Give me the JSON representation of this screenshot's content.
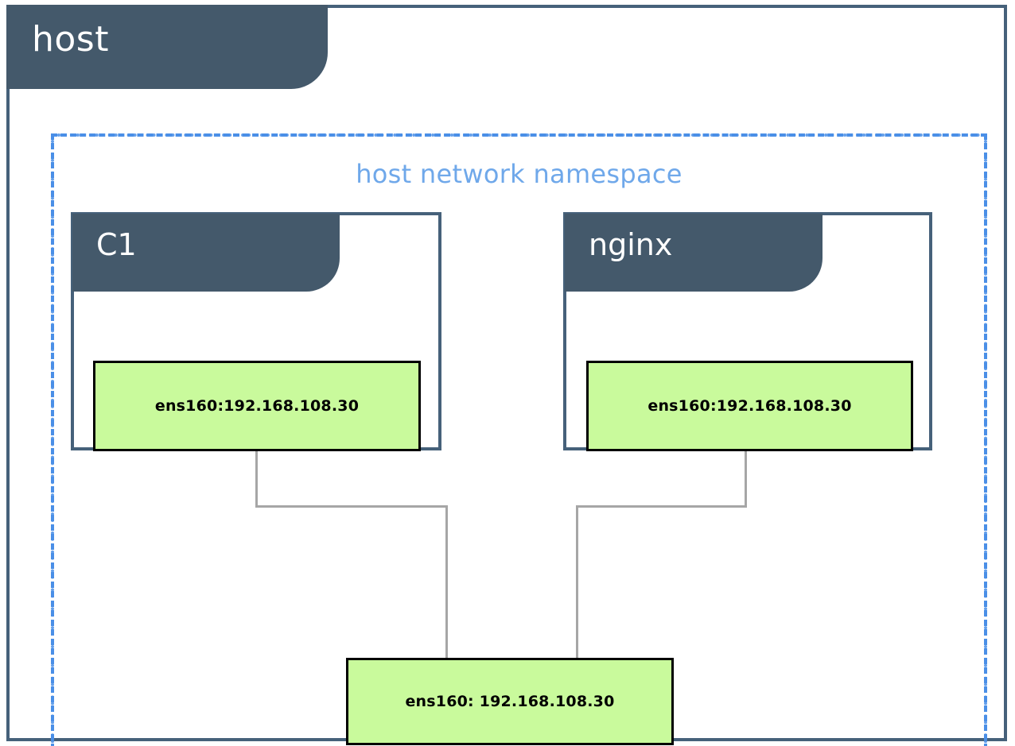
{
  "diagram": {
    "type": "network-topology",
    "host": {
      "title": "host",
      "namespace": {
        "label": "host network namespace",
        "border_style": "dash-dot",
        "border_color": "#4a8fe7",
        "label_color": "#6fa8ea"
      },
      "containers": [
        {
          "id": "c1",
          "title": "C1",
          "interface": {
            "label": "ens160:192.168.108.30",
            "name": "ens160",
            "address": "192.168.108.30",
            "color": "#c9fa9c"
          }
        },
        {
          "id": "nginx",
          "title": "nginx",
          "interface": {
            "label": "ens160:192.168.108.30",
            "name": "ens160",
            "address": "192.168.108.30",
            "color": "#c9fa9c"
          }
        }
      ],
      "host_interface": {
        "label": "ens160: 192.168.108.30",
        "name": "ens160",
        "address": "192.168.108.30",
        "color": "#c9fa9c"
      }
    },
    "colors": {
      "header_fill": "#44596b",
      "border": "#46617a",
      "accent_blue": "#4a8fe7",
      "interface_green": "#c9fa9c",
      "connector_gray": "#a6a6a6"
    }
  }
}
